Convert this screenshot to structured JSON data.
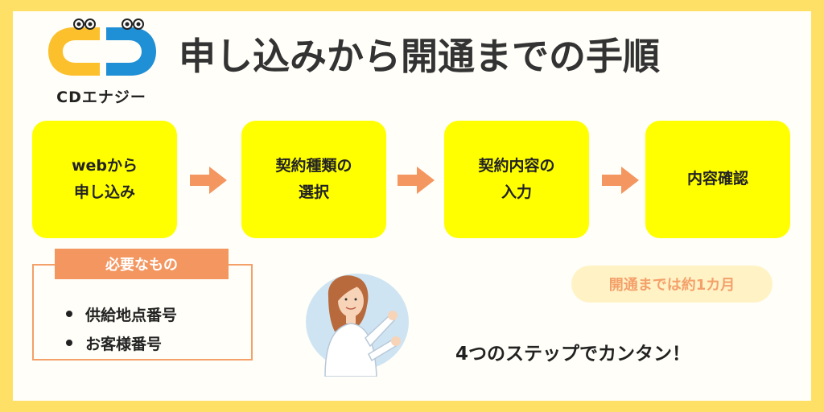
{
  "logo": {
    "text": "CDエナジー",
    "colors": {
      "yellow": "#fcc02c",
      "blue": "#1f8fd6"
    }
  },
  "title": "申し込みから開通までの手順",
  "steps": [
    {
      "label": "webから\n申し込み"
    },
    {
      "label": "契約種類の\n選択"
    },
    {
      "label": "契約内容の\n入力"
    },
    {
      "label": "内容確認"
    }
  ],
  "requirements": {
    "heading": "必要なもの",
    "items": [
      "供給地点番号",
      "お客様番号"
    ]
  },
  "duration": "開通までは約1カ月",
  "tagline": "4つのステップでカンタン！",
  "colors": {
    "frame": "#ffe066",
    "step_fill": "#ffff00",
    "arrow": "#f49660",
    "accent": "#f4a06a",
    "title": "#333333"
  }
}
